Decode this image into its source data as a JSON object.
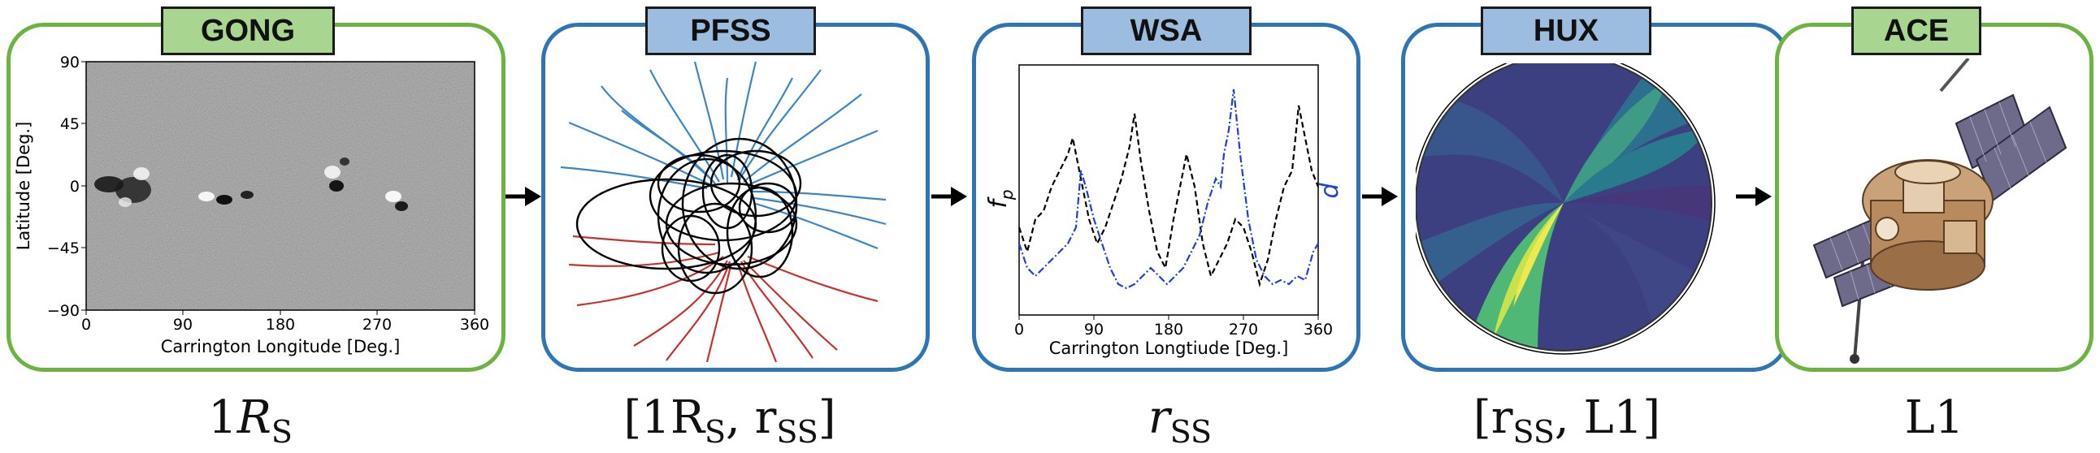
{
  "stages": [
    {
      "label": "GONG",
      "caption": {
        "pre": "1",
        "main": "R",
        "sub": "S",
        "post": ""
      },
      "border_color": "#6db33f",
      "tag_color": "#a8d691"
    },
    {
      "label": "PFSS",
      "caption": {
        "text": "[1R",
        "sub1": "S",
        "mid": ", r",
        "sub2": "SS",
        "post": "]"
      },
      "border_color": "#2e75b6",
      "tag_color": "#9dbde0"
    },
    {
      "label": "WSA",
      "caption": {
        "main": "r",
        "sub": "SS"
      },
      "border_color": "#2e75b6",
      "tag_color": "#9dbde0"
    },
    {
      "label": "HUX",
      "caption": {
        "pre": "[r",
        "sub": "SS",
        "post": ", L1]"
      },
      "border_color": "#2e75b6",
      "tag_color": "#9dbde0"
    },
    {
      "label": "ACE",
      "caption": {
        "text": "L1"
      },
      "border_color": "#6db33f",
      "tag_color": "#a8d691"
    }
  ],
  "gong_plot": {
    "ylabel": "Latitude [Deg.]",
    "xlabel": "Carrington Longitude [Deg.]",
    "yticks": [
      "90",
      "45",
      "0",
      "−45",
      "−90"
    ],
    "xticks": [
      "0",
      "90",
      "180",
      "270",
      "360"
    ]
  },
  "wsa_plot": {
    "xlabel": "Carrington Longtiude [Deg.]",
    "xticks": [
      "0",
      "90",
      "180",
      "270",
      "360"
    ],
    "left_ylabel": "f",
    "left_ylabel_sub": "p",
    "right_ylabel": "d",
    "left_color": "#000000",
    "right_color": "#1f3fdc"
  },
  "colors": {
    "pfss_open_north": "#3b86c6",
    "pfss_open_south": "#c8322c",
    "pfss_closed": "#000000"
  }
}
